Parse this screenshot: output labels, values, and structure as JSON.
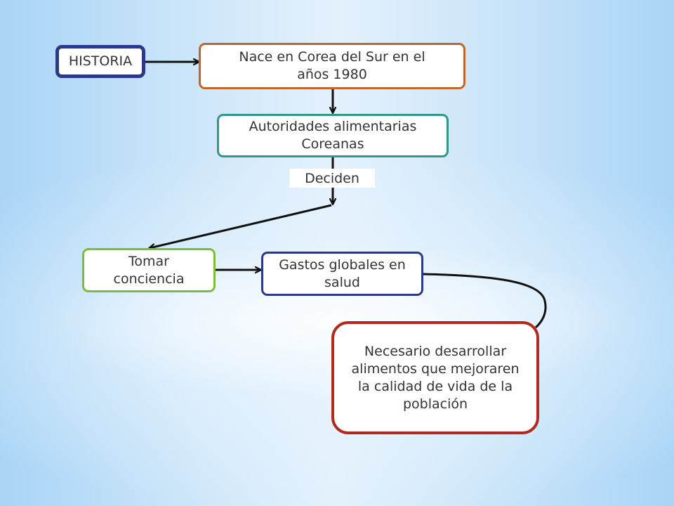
{
  "nodes": {
    "historia": {
      "text": "HISTORIA",
      "border": "#2b3a87"
    },
    "nace": {
      "text": "Nace en Corea del Sur en el años 1980",
      "border": "#c0662a"
    },
    "autoridades": {
      "text": "Autoridades alimentarias Coreanas",
      "border": "#2e9a86"
    },
    "tomar": {
      "text": "Tomar conciencia",
      "border": "#7cbd3a"
    },
    "gastos": {
      "text": "Gastos globales en salud",
      "border": "#2b3a87"
    },
    "necesario": {
      "text": "Necesario desarrollar alimentos que mejoraren la calidad de vida de la población",
      "border": "#b02a1e"
    }
  },
  "edge_label": {
    "text": "Deciden"
  },
  "edges": [
    {
      "from": "historia",
      "to": "nace"
    },
    {
      "from": "nace",
      "to": "autoridades"
    },
    {
      "from": "autoridades",
      "to": "tomar",
      "label": "edge_label"
    },
    {
      "from": "tomar",
      "to": "gastos"
    },
    {
      "from": "gastos",
      "to": "necesario"
    }
  ]
}
